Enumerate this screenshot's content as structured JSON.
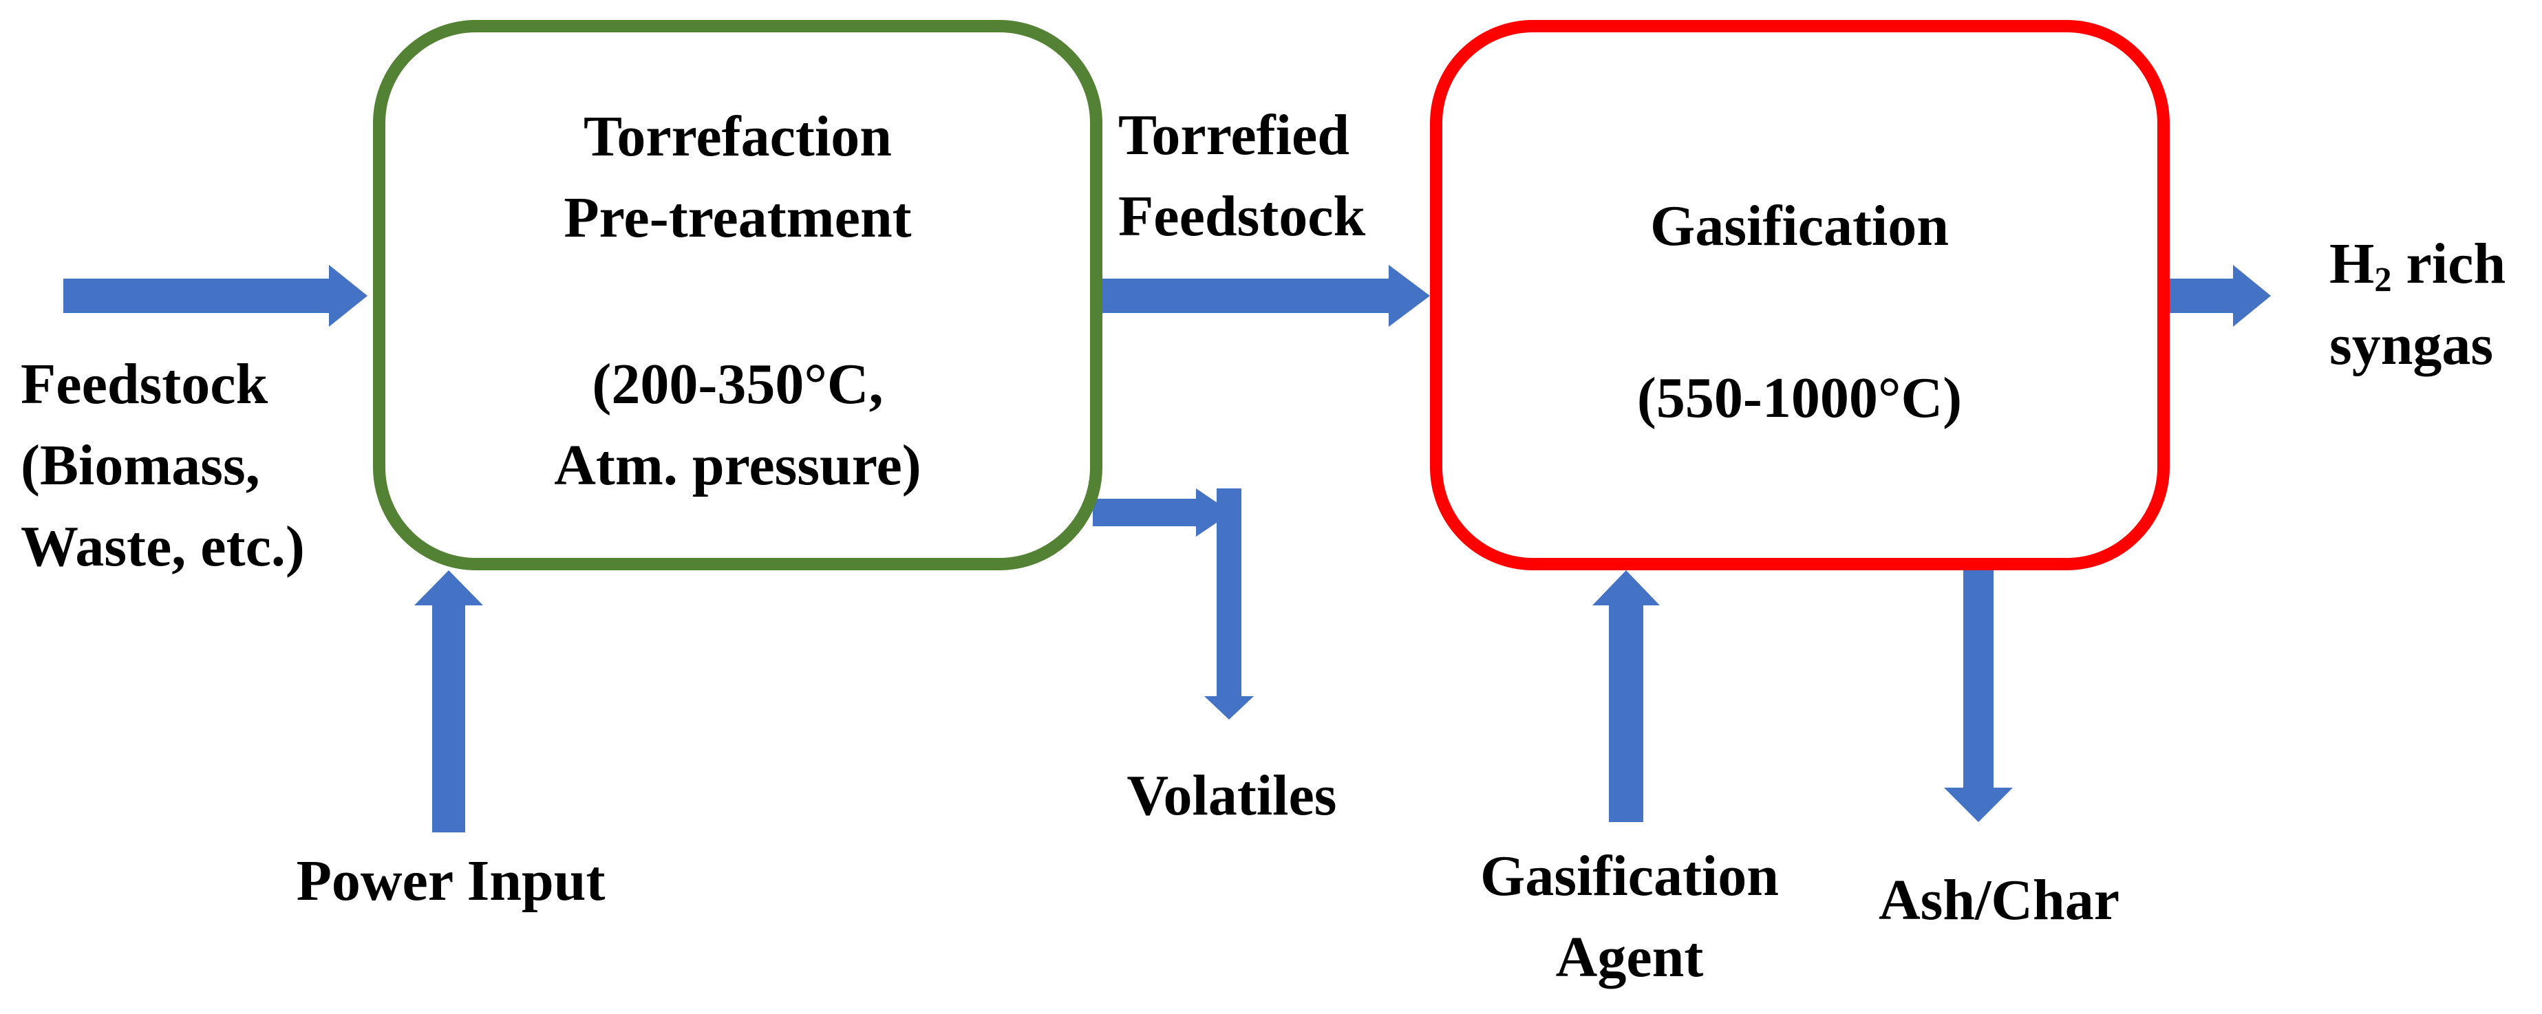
{
  "diagram": {
    "colors": {
      "arrow": "#4472c4",
      "torrefaction_border": "#548235",
      "gasification_border": "#ff0000",
      "text": "#000000",
      "background": "#ffffff"
    },
    "feedstock": {
      "line1": "Feedstock",
      "line2": "(Biomass,",
      "line3": "Waste, etc.)"
    },
    "torrefaction": {
      "line1": "Torrefaction",
      "line2": "Pre-treatment",
      "line3": "(200-350°C,",
      "line4": "Atm. pressure)"
    },
    "torrefied_feedstock": {
      "line1": "Torrefied",
      "line2": "Feedstock"
    },
    "gasification": {
      "line1": "Gasification",
      "line2": "(550-1000°C)"
    },
    "product": {
      "h": "H",
      "sub": "2",
      "rest": " rich",
      "line2": "syngas"
    },
    "power_input": "Power Input",
    "volatiles": "Volatiles",
    "gasification_agent": {
      "line1": "Gasification",
      "line2": "Agent"
    },
    "ash_char": "Ash/Char"
  }
}
